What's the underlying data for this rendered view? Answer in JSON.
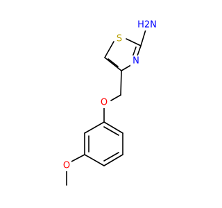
{
  "molecule": {
    "atoms": {
      "N_amine": {
        "symbol": "H2N",
        "color": "#0000ff"
      },
      "S_ring": {
        "symbol": "S",
        "color": "#b8a000"
      },
      "N_ring": {
        "symbol": "N",
        "color": "#0000ff"
      },
      "O_ether": {
        "symbol": "O",
        "color": "#ff0000"
      },
      "O_methoxy": {
        "symbol": "O",
        "color": "#ff0000"
      }
    },
    "bond_color": "#000000"
  }
}
